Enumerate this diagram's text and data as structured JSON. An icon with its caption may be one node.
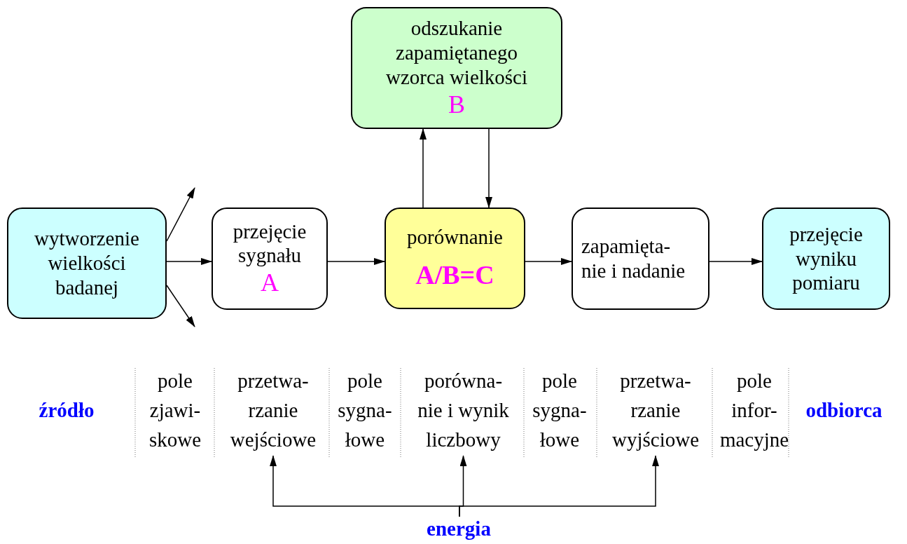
{
  "diagram": {
    "nodes": [
      {
        "text": [
          "wytworzenie wielkości badanej"
        ]
      },
      {
        "text": [
          "przejęcie sygnału",
          "A"
        ]
      },
      {
        "text": [
          "odszukanie zapamiętanego wzorca wielkości",
          "B"
        ]
      },
      {
        "text": [
          "porównanie",
          "A/B=C"
        ]
      },
      {
        "text": [
          "zapamięta- nie i nadanie"
        ]
      },
      {
        "text": [
          "przejęcie wyniku pomiaru"
        ]
      },
      {
        "text": [
          "przetwa- rzanie wejściowe"
        ]
      },
      {
        "text": [
          "porówna- nie i wynik liczbowy"
        ]
      },
      {
        "text": [
          "przetwa- rzanie wyjściowe"
        ]
      },
      {
        "text": [
          "energia"
        ]
      }
    ],
    "edges": [
      {
        "from": 0,
        "to": 1,
        "arrow": "to"
      },
      {
        "from": 1,
        "to": 3,
        "arrow": "to"
      },
      {
        "from": 3,
        "to": 2,
        "arrow": "to"
      },
      {
        "from": 2,
        "to": 3,
        "arrow": "to"
      },
      {
        "from": 3,
        "to": 4,
        "arrow": "to"
      },
      {
        "from": 4,
        "to": 5,
        "arrow": "to"
      },
      {
        "from": 0,
        "to": null,
        "arrow": "to"
      },
      {
        "from": 0,
        "to": null,
        "arrow": "to"
      },
      {
        "from": 9,
        "to": 6,
        "arrow": "to"
      },
      {
        "from": 9,
        "to": 7,
        "arrow": "to"
      },
      {
        "from": 9,
        "to": 8,
        "arrow": "to"
      }
    ],
    "labels": [
      "źródło",
      "pole zjawi- skowe",
      "pole sygna- łowe",
      "pole sygna- łowe",
      "pole infor- macyjne",
      "odbiorca"
    ]
  }
}
